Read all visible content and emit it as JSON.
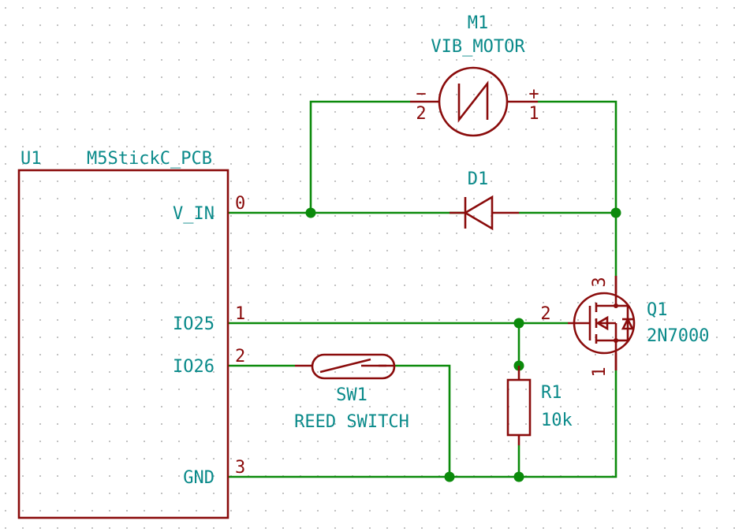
{
  "colors": {
    "wire": "#0b8a0b",
    "component": "#8a0b0b",
    "label": "#0a8a8a",
    "grid_dot": "#b9b9b9",
    "background": "#ffffff"
  },
  "u1": {
    "ref": "U1",
    "value": "M5StickC_PCB",
    "pins": [
      {
        "name": "V_IN",
        "number": "0"
      },
      {
        "name": "IO25",
        "number": "1"
      },
      {
        "name": "IO26",
        "number": "2"
      },
      {
        "name": "GND",
        "number": "3"
      }
    ]
  },
  "m1": {
    "ref": "M1",
    "value": "VIB_MOTOR",
    "minus_sign": "−",
    "plus_sign": "+",
    "pin_minus": "2",
    "pin_plus": "1"
  },
  "d1": {
    "ref": "D1"
  },
  "q1": {
    "ref": "Q1",
    "value": "2N7000",
    "pin_gate": "2",
    "pin_drain": "3",
    "pin_source": "1"
  },
  "sw1": {
    "ref": "SW1",
    "value": "REED SWITCH"
  },
  "r1": {
    "ref": "R1",
    "value": "10k"
  }
}
